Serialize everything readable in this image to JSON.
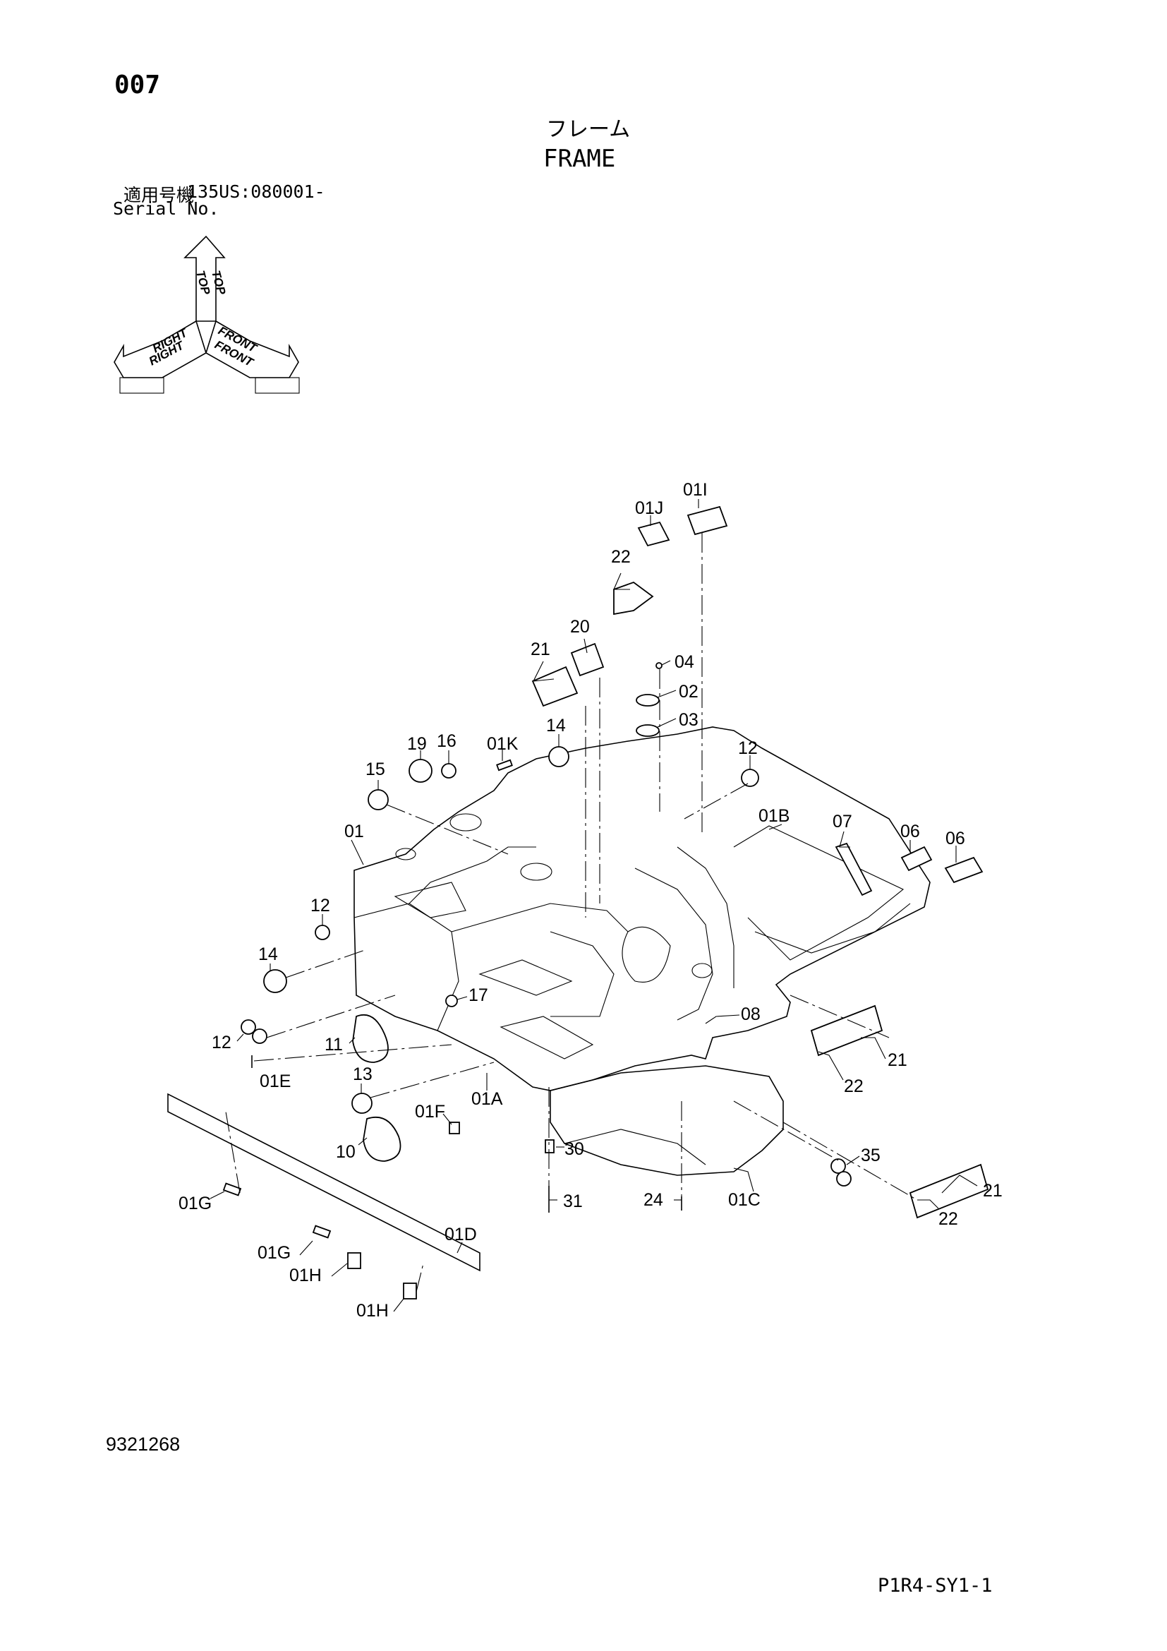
{
  "page": {
    "number": "007",
    "title_jp": "フレーム",
    "title_en": "FRAME",
    "serial_label_jp": "適用号機",
    "serial_number": "135US:080001-",
    "serial_label_en": "Serial No.",
    "figure_number": "9321268",
    "page_code": "P1R4-SY1-1"
  },
  "orientation": {
    "top": "TOP",
    "right": "RIGHT",
    "front": "FRONT"
  },
  "callouts": {
    "c01I": "01I",
    "c01J": "01J",
    "c22a": "22",
    "c20": "20",
    "c21a": "21",
    "c04": "04",
    "c02": "02",
    "c03": "03",
    "c19": "19",
    "c16": "16",
    "c01K": "01K",
    "c14a": "14",
    "c12a": "12",
    "c15": "15",
    "c07": "07",
    "c01": "01",
    "c01B": "01B",
    "c06a": "06",
    "c06b": "06",
    "c12b": "12",
    "c14b": "14",
    "c17": "17",
    "c08": "08",
    "c12c": "12",
    "c11": "11",
    "c21b": "21",
    "c01E": "01E",
    "c22b": "22",
    "c13": "13",
    "c01A": "01A",
    "c01F": "01F",
    "c10": "10",
    "c30": "30",
    "c35": "35",
    "c21c": "21",
    "c01G_a": "01G",
    "c31": "31",
    "c24": "24",
    "c01C": "01C",
    "c22c": "22",
    "c01D": "01D",
    "c01G_b": "01G",
    "c01H_a": "01H",
    "c01H_b": "01H"
  }
}
